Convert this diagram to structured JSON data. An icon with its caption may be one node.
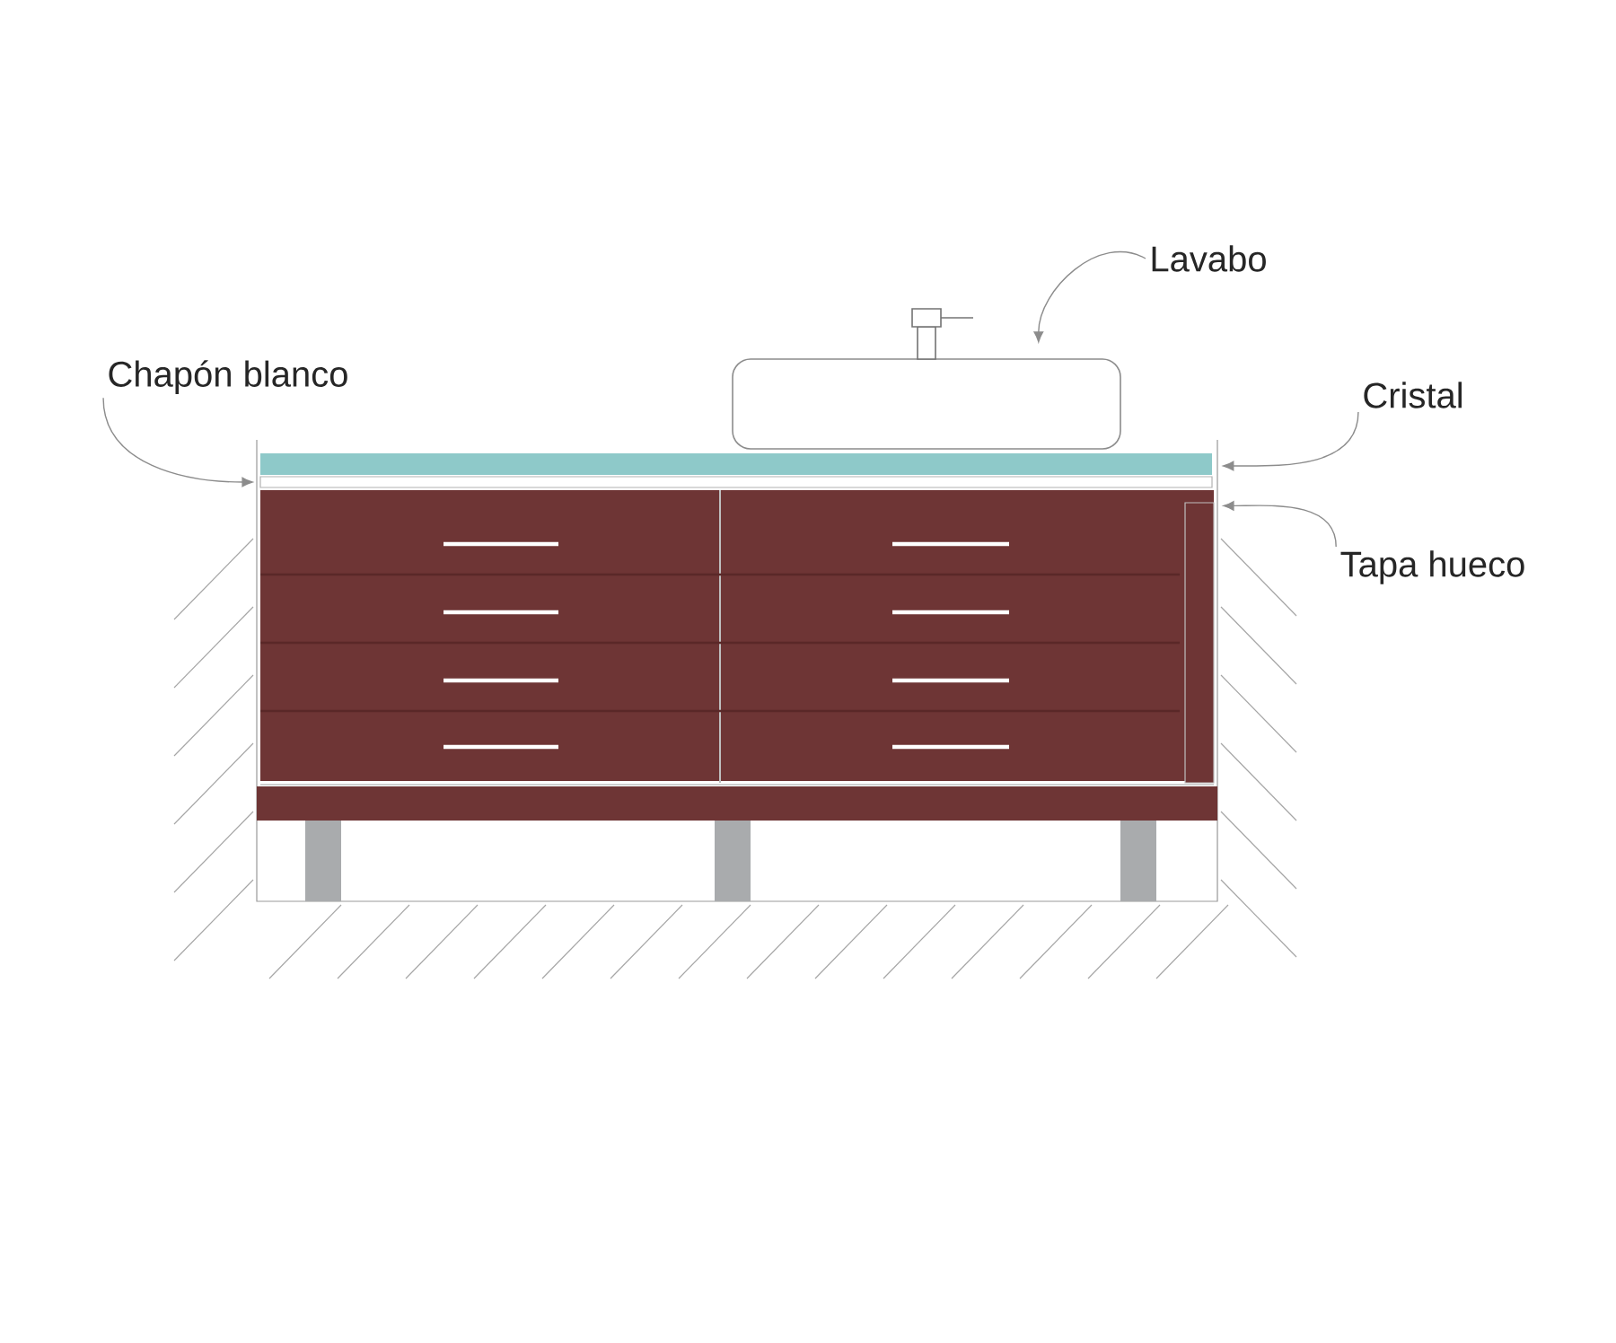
{
  "diagram": {
    "nodes": [
      {
        "text": [
          "Lavabo"
        ]
      },
      {
        "text": [
          "Chapón blanco"
        ]
      },
      {
        "text": [
          "Cristal"
        ]
      },
      {
        "text": [
          "Tapa hueco"
        ]
      },
      {
        "text": [],
        "shape": "box"
      },
      {
        "text": [],
        "shape": "bar"
      },
      {
        "text": [],
        "shape": "bar"
      },
      {
        "text": [],
        "shape": "bar"
      }
    ],
    "edges": [
      {
        "from": 0,
        "to": 4,
        "arrow": "to"
      },
      {
        "from": 1,
        "to": 6,
        "arrow": "to"
      },
      {
        "from": 2,
        "to": 5,
        "arrow": "to"
      },
      {
        "from": 3,
        "to": 7,
        "arrow": "to"
      }
    ]
  }
}
